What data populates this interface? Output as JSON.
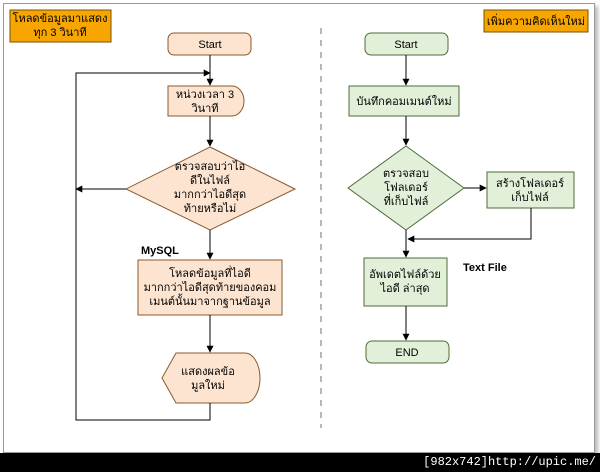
{
  "left_flow": {
    "title": [
      "โหลดข้อมูลมาแสดง",
      "ทุก 3 วินาที"
    ],
    "start": "Start",
    "delay": [
      "หน่วงเวลา 3",
      "วินาที"
    ],
    "decision": [
      "ตรวจสอบว่าไอ",
      "ดีในไฟล์",
      "มากกว่าไอดีสุด",
      "ท้ายหรือไม่"
    ],
    "db_label": "MySQL",
    "load": [
      "โหลดข้อมูลที่ไอดี",
      "มากกว่าไอดีสุดท้ายของคอม",
      "เมนต์นั้นมาจากฐานข้อมูล"
    ],
    "display": [
      "แสดงผลข้อ",
      "มูลใหม่"
    ]
  },
  "right_flow": {
    "title": "เพิ่มความคิดเห็นใหม่",
    "start": "Start",
    "save": "บันทึกคอมเมนต์ใหม่",
    "decision": [
      "ตรวจสอบ",
      "โฟลเดอร์",
      "ที่เก็บไฟล์"
    ],
    "create": [
      "สร้างโฟลเดอร์",
      "เก็บไฟล์"
    ],
    "update": [
      "อัพเดตไฟล์ด้วย",
      "ไอดี ล่าสุด"
    ],
    "file_label": "Text File",
    "end": "END"
  },
  "watermark": "[982x742]http://upic.me/",
  "colors": {
    "orange_fill": "#fce4d0",
    "orange_stroke": "#c77b35",
    "green_fill": "#e2f0d9",
    "green_stroke": "#5b8a3a",
    "title_fill": "#f7a500",
    "divider": "#b8b8b8"
  }
}
